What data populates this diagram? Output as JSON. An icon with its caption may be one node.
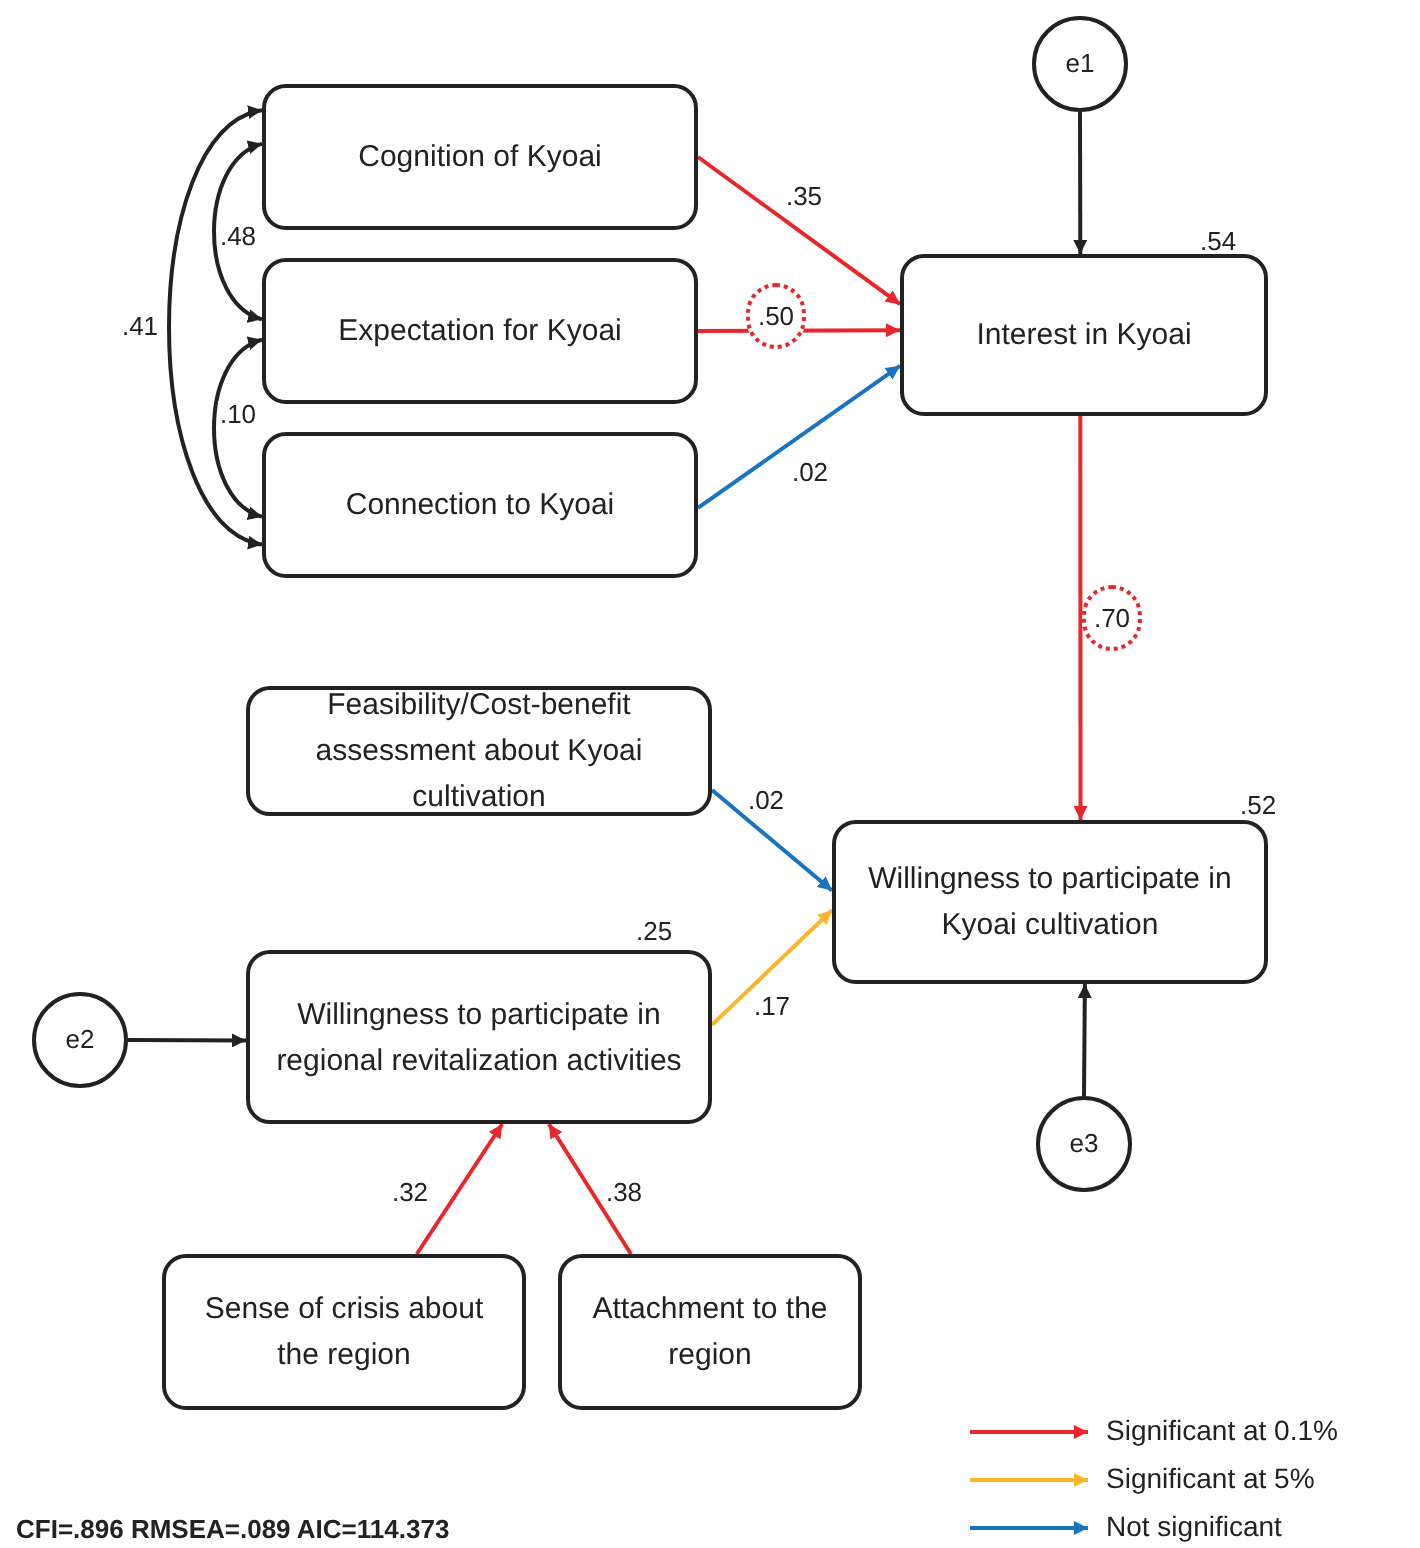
{
  "diagram": {
    "nodes": [
      {
        "text": [
          "Cognition of Kyoai"
        ]
      },
      {
        "text": [
          "Expectation for Kyoai"
        ]
      },
      {
        "text": [
          "Connection to Kyoai"
        ]
      },
      {
        "text": [
          "Interest in Kyoai"
        ],
        "beside": [
          ".54"
        ]
      },
      {
        "text": [
          "e1"
        ]
      },
      {
        "text": [
          "Feasibility/Cost-benefit assessment about Kyoai cultivation"
        ]
      },
      {
        "text": [
          "Willingness to participate in regional revitalization activities"
        ],
        "beside": [
          ".25"
        ]
      },
      {
        "text": [
          "Willingness to participate in Kyoai cultivation"
        ],
        "beside": [
          ".52"
        ]
      },
      {
        "text": [
          "e2"
        ]
      },
      {
        "text": [
          "e3"
        ]
      },
      {
        "text": [
          "Sense of crisis about the region"
        ]
      },
      {
        "text": [
          "Attachment to the region"
        ]
      }
    ],
    "edges": [
      {
        "from": 0,
        "to": 3,
        "arrow": "to",
        "label": ".35",
        "color": "#e8262b"
      },
      {
        "from": 1,
        "to": 3,
        "arrow": "to",
        "label": ".50",
        "color": "#e8262b"
      },
      {
        "from": 2,
        "to": 3,
        "arrow": "to",
        "label": ".02",
        "color": "#1874c0"
      },
      {
        "from": 4,
        "to": 3,
        "arrow": "to"
      },
      {
        "from": 3,
        "to": 7,
        "arrow": "to",
        "label": ".70",
        "color": "#e8262b"
      },
      {
        "from": 5,
        "to": 7,
        "arrow": "to",
        "label": ".02",
        "color": "#1874c0"
      },
      {
        "from": 6,
        "to": 7,
        "arrow": "to",
        "label": ".17",
        "color": "#fbb52b"
      },
      {
        "from": 8,
        "to": 6,
        "arrow": "to"
      },
      {
        "from": 9,
        "to": 7,
        "arrow": "to"
      },
      {
        "from": 10,
        "to": 6,
        "arrow": "to",
        "label": ".32",
        "color": "#e8262b"
      },
      {
        "from": 11,
        "to": 6,
        "arrow": "to",
        "label": ".38",
        "color": "#e8262b"
      },
      {
        "from": 0,
        "to": 1,
        "arrow": "both",
        "label": ".48"
      },
      {
        "from": 1,
        "to": 2,
        "arrow": "both",
        "label": ".10"
      },
      {
        "from": 0,
        "to": 2,
        "arrow": "both",
        "label": ".41"
      }
    ],
    "labels": [
      "CFI=.896 RMSEA=.089 AIC=114.373"
    ],
    "legend": [
      {
        "text": "Significant at 0.1%",
        "color": "#e8262b"
      },
      {
        "text": "Significant at 5%",
        "color": "#fbb52b"
      },
      {
        "text": "Not significant",
        "color": "#1874c0"
      }
    ]
  }
}
